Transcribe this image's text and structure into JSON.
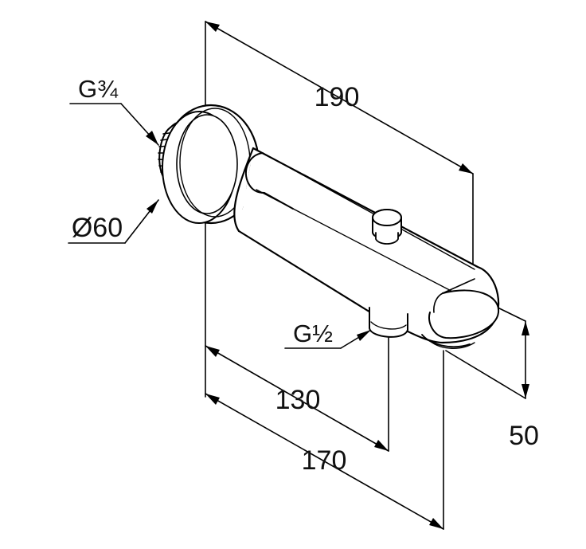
{
  "drawing": {
    "dimensions": {
      "overall_length": "190",
      "length_to_outlet": "130",
      "length_to_tip": "170",
      "height": "50",
      "flange_diameter": "Ø60",
      "inlet_thread": "G¾",
      "outlet_thread": "G½"
    },
    "colors": {
      "line": "#000000",
      "background": "#ffffff"
    }
  }
}
